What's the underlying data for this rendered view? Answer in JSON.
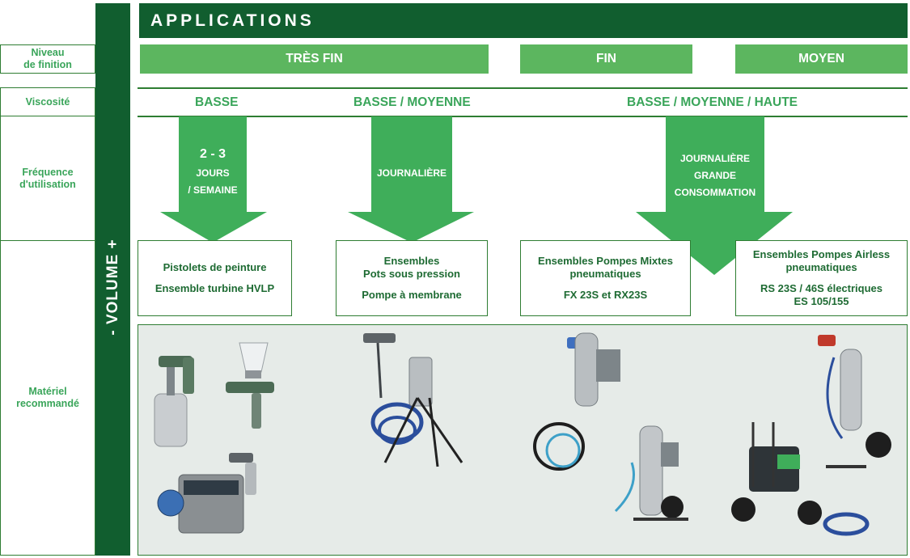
{
  "header": {
    "title": "APPLICATIONS"
  },
  "row_labels": {
    "finish": "Niveau\nde finition",
    "viscosity": "Viscosité",
    "frequency": "Fréquence\nd'utilisation",
    "material": "Matériel\nrecommandé"
  },
  "volume_label": "- VOLUME +",
  "finish_levels": [
    "TRÈS FIN",
    "FIN",
    "MOYEN"
  ],
  "viscosity": [
    "BASSE",
    "BASSE / MOYENNE",
    "BASSE / MOYENNE / HAUTE"
  ],
  "frequency": {
    "a1_line1": "2 - 3",
    "a1_line2": "JOURS",
    "a1_line3": "/ SEMAINE",
    "a2": "JOURNALIÈRE",
    "a3": "JOURNALIÈRE\nGRANDE\nCONSOMMATION"
  },
  "equipment": [
    {
      "line1": "Pistolets de peinture",
      "line2": "Ensemble turbine HVLP"
    },
    {
      "line1": "Ensembles",
      "line1b": "Pots sous pression",
      "line2": "Pompe à membrane"
    },
    {
      "line1": "Ensembles Pompes Mixtes",
      "line1b": "pneumatiques",
      "line2": "FX 23S et RX23S"
    },
    {
      "line1": "Ensembles Pompes Airless",
      "line1b": "pneumatiques",
      "line2": "RS 23S / 46S électriques",
      "line2b": "ES 105/155"
    }
  ],
  "colors": {
    "dark_green": "#115e2f",
    "mid_green": "#5cb65f",
    "arrow_green": "#3fae5a",
    "text_green": "#3aa55a"
  }
}
